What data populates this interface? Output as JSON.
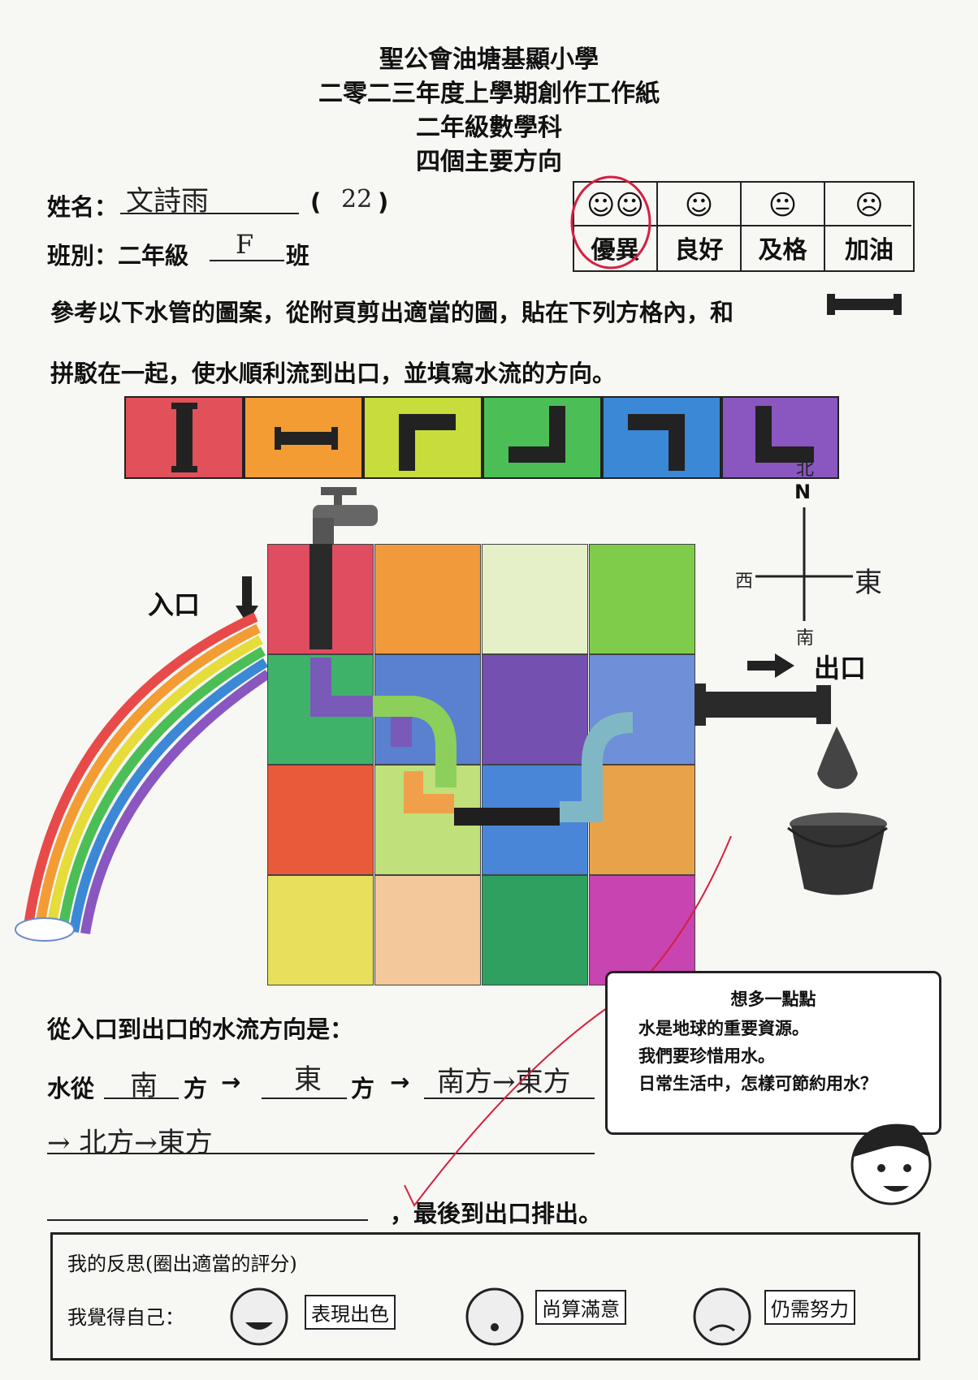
{
  "header": {
    "school": "聖公會油塘基顯小學",
    "worksheet": "二零二三年度上學期創作工作紙",
    "subject": "二年級數學科",
    "topic": "四個主要方向"
  },
  "student": {
    "name_label": "姓名：",
    "name": "文詩雨",
    "number": "22",
    "class_label": "班別：二年級",
    "class": "F",
    "class_suffix": "班"
  },
  "grades": [
    {
      "label": "優異",
      "face": "☺☺",
      "circled": true
    },
    {
      "label": "良好",
      "face": "☺",
      "circled": false
    },
    {
      "label": "及格",
      "face": "😐",
      "circled": false
    },
    {
      "label": "加油",
      "face": "☹",
      "circled": false
    }
  ],
  "instructions": {
    "line1": "參考以下水管的圖案，從附頁剪出適當的圖，貼在下列方格內，和",
    "line2": "拼駁在一起，使水順利流到出口，並填寫水流的方向。"
  },
  "pipe_strip_colors": [
    "#e2505a",
    "#f39c34",
    "#c8dc3c",
    "#4bbf55",
    "#3b88d6",
    "#8a56c0"
  ],
  "diagram": {
    "entry_label": "入口",
    "exit_label": "出口",
    "compass": {
      "north_letter": "N",
      "north": "北",
      "south": "南",
      "east": "東",
      "west": "西"
    }
  },
  "grid_colors": [
    [
      "#e04c60",
      "#f09a3c",
      "#e6f0c8",
      "#7fcc4a"
    ],
    [
      "#3fb26a",
      "#5a80d0",
      "#7450b0",
      "#6f8fd8"
    ],
    [
      "#e85a3a",
      "#bfe07a",
      "#4a86d8",
      "#e8a24a"
    ],
    [
      "#e8e05a",
      "#f3c89a",
      "#2fa060",
      "#c844b0"
    ]
  ],
  "question": {
    "prompt": "從入口到出口的水流方向是：",
    "water_from": "水從",
    "blank1": "南",
    "fang": "方",
    "arrow": "→",
    "blank2": "東",
    "blank3": "南方→東方",
    "line2": "→ 北方→東方",
    "ending": "，最後到出口排出。"
  },
  "think_more": {
    "title": "想多一點點",
    "lines": [
      "水是地球的重要資源。",
      "我們要珍惜用水。",
      "日常生活中，怎樣可節約用水？"
    ]
  },
  "reflection": {
    "title": "我的反思(圈出適當的評分)",
    "self_label": "我覺得自己：",
    "options": [
      "表現出色",
      "尚算滿意",
      "仍需努力"
    ]
  }
}
